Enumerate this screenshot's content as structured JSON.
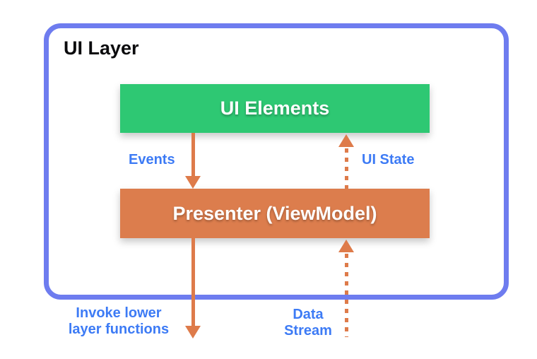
{
  "diagram": {
    "title": "UI Layer",
    "boxes": {
      "ui_elements": {
        "label": "UI Elements",
        "color": "#2EC873"
      },
      "presenter": {
        "label": "Presenter (ViewModel)",
        "color": "#DC7D4D"
      }
    },
    "arrows": {
      "events": {
        "label": "Events",
        "direction": "down",
        "line_style": "solid"
      },
      "ui_state": {
        "label": "UI State",
        "direction": "up",
        "line_style": "dashed"
      },
      "invoke": {
        "label": "Invoke lower\nlayer functions",
        "direction": "down",
        "line_style": "solid"
      },
      "data_stream": {
        "label": "Data\nStream",
        "direction": "up",
        "line_style": "dashed"
      }
    },
    "colors": {
      "container_border": "#6E7CEF",
      "box_green": "#2EC873",
      "box_orange": "#DC7D4D",
      "arrow_orange": "#DE7B4A",
      "label_blue": "#3D7BF5",
      "title_text": "#0B0B0D",
      "box_text": "#FFFFFF",
      "background": "#FFFFFF"
    }
  }
}
